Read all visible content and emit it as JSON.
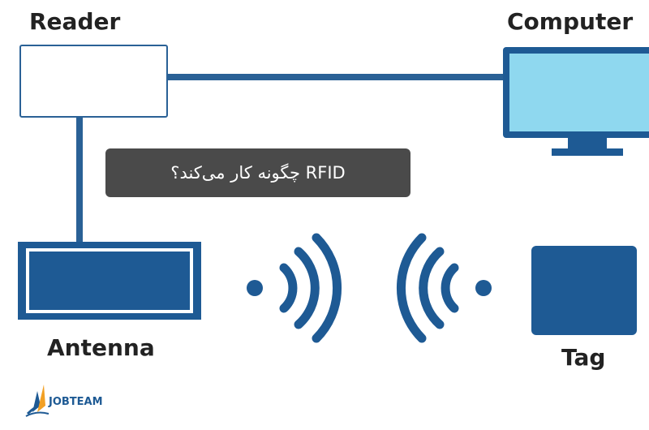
{
  "labels": {
    "reader": "Reader",
    "computer": "Computer",
    "antenna": "Antenna",
    "tag": "Tag"
  },
  "caption": "RFID چگونه کار می‌کند؟",
  "logo": {
    "text": "JOBTEAM"
  },
  "colors": {
    "primary": "#1e5a94",
    "screen": "#8fd8ef",
    "caption_bg": "#4a4a4a",
    "logo_orange": "#f2a024"
  }
}
